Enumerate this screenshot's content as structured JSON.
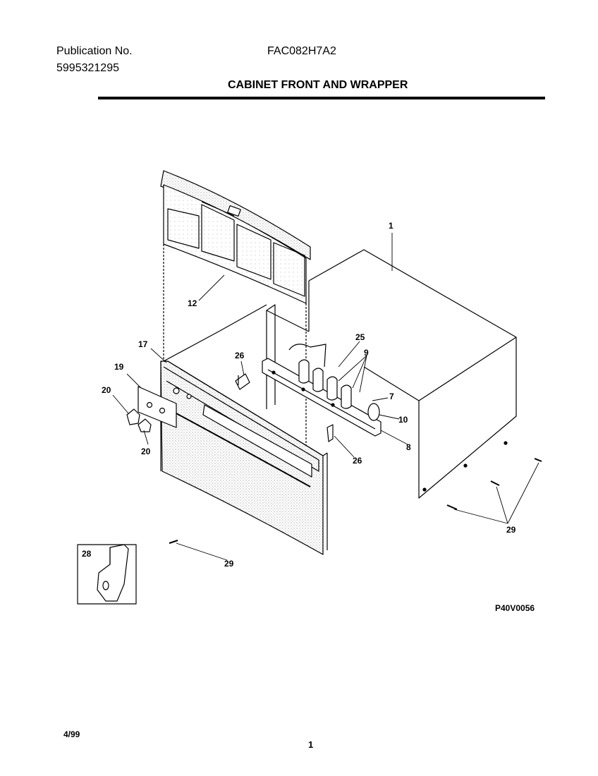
{
  "header": {
    "publication_label": "Publication No.",
    "publication_number": "5995321295",
    "model": "FAC082H7A2",
    "section_title": "CABINET FRONT AND WRAPPER"
  },
  "diagram": {
    "part_callouts": [
      "1",
      "12",
      "17",
      "19",
      "20",
      "20",
      "25",
      "9",
      "26",
      "7",
      "10",
      "8",
      "26",
      "29",
      "29",
      "28"
    ],
    "drawing_code": "P40V0056"
  },
  "footer": {
    "date": "4/99",
    "page_number": "1"
  }
}
